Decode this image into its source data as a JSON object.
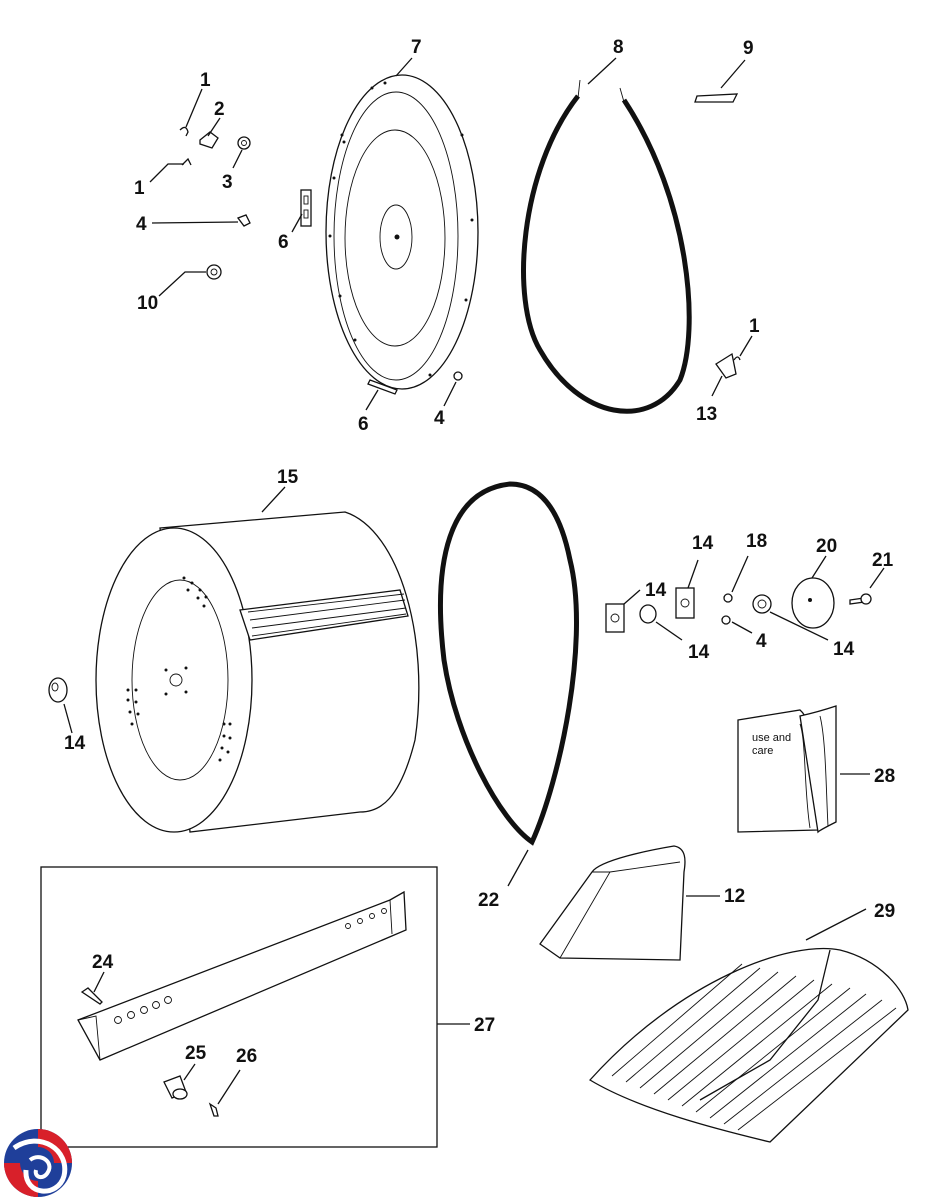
{
  "diagram": {
    "callouts": [
      {
        "id": "c1a",
        "text": "1"
      },
      {
        "id": "c2",
        "text": "2"
      },
      {
        "id": "c1b",
        "text": "1"
      },
      {
        "id": "c3",
        "text": "3"
      },
      {
        "id": "c4a",
        "text": "4"
      },
      {
        "id": "c10",
        "text": "10"
      },
      {
        "id": "c7",
        "text": "7"
      },
      {
        "id": "c6a",
        "text": "6"
      },
      {
        "id": "c6b",
        "text": "6"
      },
      {
        "id": "c4b",
        "text": "4"
      },
      {
        "id": "c8",
        "text": "8"
      },
      {
        "id": "c9",
        "text": "9"
      },
      {
        "id": "c1c",
        "text": "1"
      },
      {
        "id": "c13",
        "text": "13"
      },
      {
        "id": "c15",
        "text": "15"
      },
      {
        "id": "c14a",
        "text": "14"
      },
      {
        "id": "c14b",
        "text": "14"
      },
      {
        "id": "c14c",
        "text": "14"
      },
      {
        "id": "c18",
        "text": "18"
      },
      {
        "id": "c20",
        "text": "20"
      },
      {
        "id": "c21",
        "text": "21"
      },
      {
        "id": "c14d",
        "text": "14"
      },
      {
        "id": "c4c",
        "text": "4"
      },
      {
        "id": "c14e",
        "text": "14"
      },
      {
        "id": "c28",
        "text": "28"
      },
      {
        "id": "c22",
        "text": "22"
      },
      {
        "id": "c12",
        "text": "12"
      },
      {
        "id": "c29",
        "text": "29"
      },
      {
        "id": "c24",
        "text": "24"
      },
      {
        "id": "c27",
        "text": "27"
      },
      {
        "id": "c25",
        "text": "25"
      },
      {
        "id": "c26",
        "text": "26"
      }
    ],
    "manual_text": [
      "use and",
      "care"
    ],
    "logo_colors": {
      "blue": "#1f3f9a",
      "red": "#d8202a"
    }
  }
}
